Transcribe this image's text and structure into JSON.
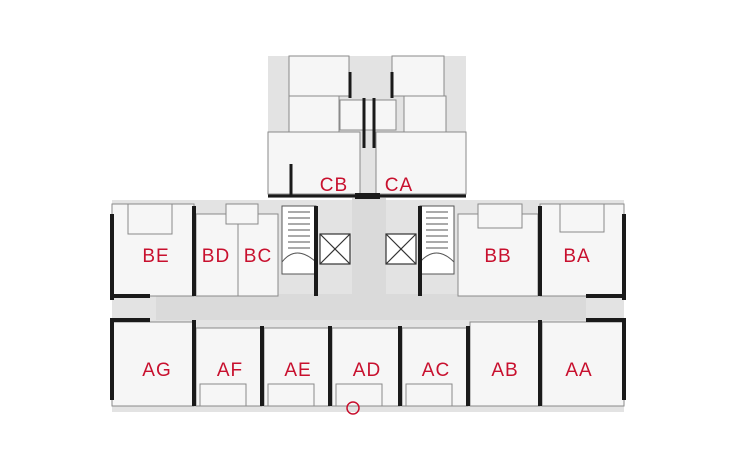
{
  "colors": {
    "background": "#ffffff",
    "floor": "#e3e3e3",
    "room": "#f6f6f6",
    "wall": "#1a1a1a",
    "thin_line": "#8a8a8a",
    "label": "#c8102e",
    "marker": "#c8102e"
  },
  "units": [
    {
      "id": "CB",
      "label": "CB"
    },
    {
      "id": "CA",
      "label": "CA"
    },
    {
      "id": "BE",
      "label": "BE"
    },
    {
      "id": "BD",
      "label": "BD"
    },
    {
      "id": "BC",
      "label": "BC"
    },
    {
      "id": "BB",
      "label": "BB"
    },
    {
      "id": "BA",
      "label": "BA"
    },
    {
      "id": "AG",
      "label": "AG"
    },
    {
      "id": "AF",
      "label": "AF"
    },
    {
      "id": "AE",
      "label": "AE"
    },
    {
      "id": "AD",
      "label": "AD"
    },
    {
      "id": "AC",
      "label": "AC"
    },
    {
      "id": "AB",
      "label": "AB"
    },
    {
      "id": "AA",
      "label": "AA"
    }
  ],
  "marker_icon": "circle-icon"
}
